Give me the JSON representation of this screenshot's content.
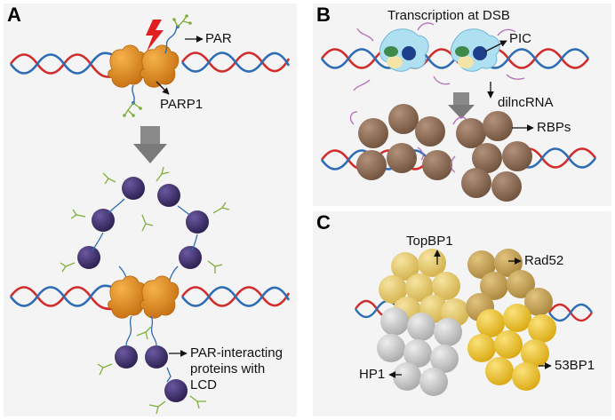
{
  "panels": {
    "a": {
      "letter": "A",
      "labels": {
        "par": "PAR",
        "parp1": "PARP1",
        "par_interacting": [
          "PAR-interacting",
          "proteins with",
          "LCD"
        ]
      }
    },
    "b": {
      "letter": "B",
      "title": "Transcription at DSB",
      "labels": {
        "pic": "PIC",
        "dilncrna": "dilncRNA",
        "rbps": "RBPs"
      }
    },
    "c": {
      "letter": "C",
      "labels": {
        "topbp1": "TopBP1",
        "rad52": "Rad52",
        "hp1": "HP1",
        "bp53": "53BP1"
      }
    }
  },
  "colors": {
    "dna_red": "#d22b2b",
    "dna_blue": "#2e6db5",
    "parp_orange": "#e08a1e",
    "par_green": "#7fae3a",
    "lcd_purple": "#3d2d6b",
    "rbp_brown": "#8b6a50",
    "topbp1_yellow": "#e8cc6a",
    "rad52_tan": "#c9a455",
    "hp1_gray": "#c8c8c8",
    "bp53_gold": "#f2cc2e",
    "lightning_red": "#e02020",
    "arrow_gray": "#7a7a7a"
  },
  "icons": [
    "lightning-bolt-icon",
    "down-arrow-icon",
    "right-arrow-icon",
    "up-arrow-icon",
    "left-arrow-icon"
  ]
}
